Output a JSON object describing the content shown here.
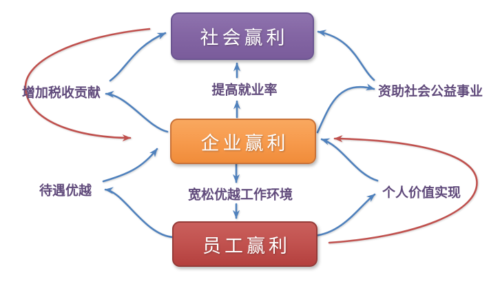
{
  "diagram": {
    "type": "cycle-relationship-diagram",
    "background": "#ffffff"
  },
  "nodes": [
    {
      "id": "society",
      "label": "社会赢利",
      "fill": "#8466a4",
      "border": "#6b5591",
      "position": "top"
    },
    {
      "id": "enterprise",
      "label": "企业赢利",
      "fill": "#f79c4f",
      "border": "#c87137",
      "position": "middle"
    },
    {
      "id": "employee",
      "label": "员工赢利",
      "fill": "#c25350",
      "border": "#953a37",
      "position": "bottom"
    }
  ],
  "labels": {
    "tax": "增加税收贡献",
    "employment": "提高就业率",
    "charity": "资助社会公益事业",
    "treatment": "待遇优越",
    "environment": "宽松优越工作环境",
    "value": "个人价值实现"
  },
  "edges": [
    {
      "from": "enterprise",
      "to": "society",
      "via": "增加税收贡献",
      "color": "blue",
      "side": "left"
    },
    {
      "from": "enterprise",
      "to": "society",
      "via": "提高就业率",
      "color": "blue",
      "side": "center"
    },
    {
      "from": "enterprise",
      "to": "society",
      "via": "资助社会公益事业",
      "color": "blue",
      "side": "right"
    },
    {
      "from": "enterprise",
      "to": "employee",
      "via": "宽松优越工作环境",
      "color": "blue",
      "side": "center"
    },
    {
      "from": "employee",
      "to": "enterprise",
      "via": "待遇优越",
      "color": "blue",
      "side": "left"
    },
    {
      "from": "employee",
      "to": "enterprise",
      "via": "个人价值实现",
      "color": "blue",
      "side": "right"
    },
    {
      "from": "society",
      "to": "enterprise",
      "via": "",
      "color": "red",
      "side": "far-left"
    },
    {
      "from": "employee",
      "to": "enterprise",
      "via": "",
      "color": "red",
      "side": "far-right"
    }
  ],
  "colors": {
    "blue_arrow": "#4f81bd",
    "red_arrow": "#c0504d",
    "label_text": "#604a7b"
  }
}
